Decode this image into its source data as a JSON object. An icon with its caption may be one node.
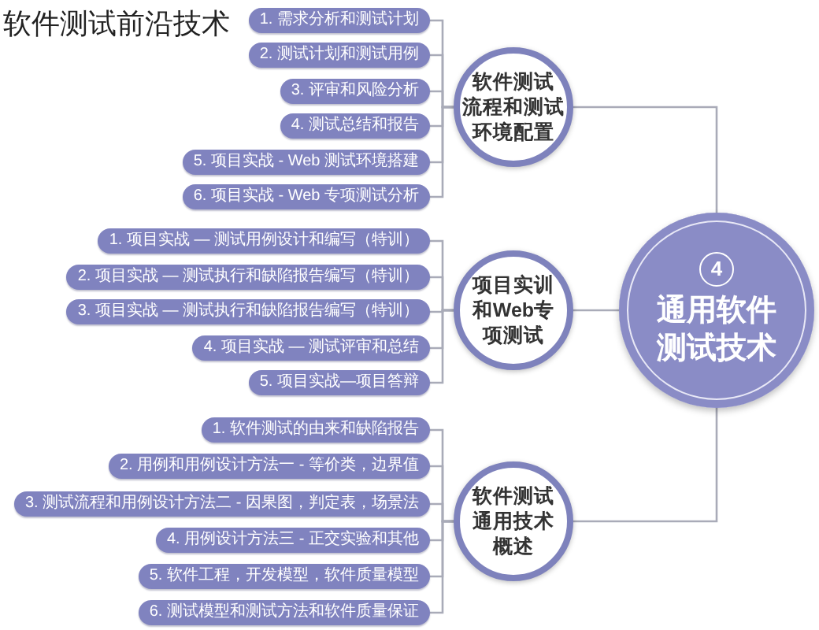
{
  "diagram": {
    "title": "软件测试前沿技术",
    "nodes": [
      {
        "text": [
          "4",
          "通用软件测试技术"
        ]
      },
      {
        "text": [
          "软件测试流程和测试环境配置"
        ]
      },
      {
        "text": [
          "1. 需求分析和测试计划"
        ]
      },
      {
        "text": [
          "2. 测试计划和测试用例"
        ]
      },
      {
        "text": [
          "3. 评审和风险分析"
        ]
      },
      {
        "text": [
          "4. 测试总结和报告"
        ]
      },
      {
        "text": [
          "5. 项目实战 - Web 测试环境搭建"
        ]
      },
      {
        "text": [
          "6. 项目实战 - Web 专项测试分析"
        ]
      },
      {
        "text": [
          "项目实训和Web专项测试"
        ]
      },
      {
        "text": [
          "1. 项目实战 — 测试用例设计和编写（特训）"
        ]
      },
      {
        "text": [
          "2. 项目实战 — 测试执行和缺陷报告编写（特训）"
        ]
      },
      {
        "text": [
          "3. 项目实战 — 测试执行和缺陷报告编写（特训）"
        ]
      },
      {
        "text": [
          "4. 项目实战 — 测试评审和总结"
        ]
      },
      {
        "text": [
          "5. 项目实战—项目答辩"
        ]
      },
      {
        "text": [
          "软件测试通用技术概述"
        ]
      },
      {
        "text": [
          "1. 软件测试的由来和缺陷报告"
        ]
      },
      {
        "text": [
          "2. 用例和用例设计方法一 - 等价类，边界值"
        ]
      },
      {
        "text": [
          "3. 测试流程和用例设计方法二 - 因果图，判定表，场景法"
        ]
      },
      {
        "text": [
          "4. 用例设计方法三 - 正交实验和其他"
        ]
      },
      {
        "text": [
          "5. 软件工程，开发模型，软件质量模型"
        ]
      },
      {
        "text": [
          "6. 测试模型和测试方法和软件质量保证"
        ]
      }
    ],
    "edges": [
      {
        "from": 0,
        "to": 1,
        "arrow": "none"
      },
      {
        "from": 0,
        "to": 8,
        "arrow": "none"
      },
      {
        "from": 0,
        "to": 14,
        "arrow": "none"
      },
      {
        "from": 1,
        "to": 2,
        "arrow": "none"
      },
      {
        "from": 1,
        "to": 3,
        "arrow": "none"
      },
      {
        "from": 1,
        "to": 4,
        "arrow": "none"
      },
      {
        "from": 1,
        "to": 5,
        "arrow": "none"
      },
      {
        "from": 1,
        "to": 6,
        "arrow": "none"
      },
      {
        "from": 1,
        "to": 7,
        "arrow": "none"
      },
      {
        "from": 8,
        "to": 9,
        "arrow": "none"
      },
      {
        "from": 8,
        "to": 10,
        "arrow": "none"
      },
      {
        "from": 8,
        "to": 11,
        "arrow": "none"
      },
      {
        "from": 8,
        "to": 12,
        "arrow": "none"
      },
      {
        "from": 8,
        "to": 13,
        "arrow": "none"
      },
      {
        "from": 14,
        "to": 15,
        "arrow": "none"
      },
      {
        "from": 14,
        "to": 16,
        "arrow": "none"
      },
      {
        "from": 14,
        "to": 17,
        "arrow": "none"
      },
      {
        "from": 14,
        "to": 18,
        "arrow": "none"
      },
      {
        "from": 14,
        "to": 19,
        "arrow": "none"
      },
      {
        "from": 14,
        "to": 20,
        "arrow": "none"
      }
    ]
  }
}
